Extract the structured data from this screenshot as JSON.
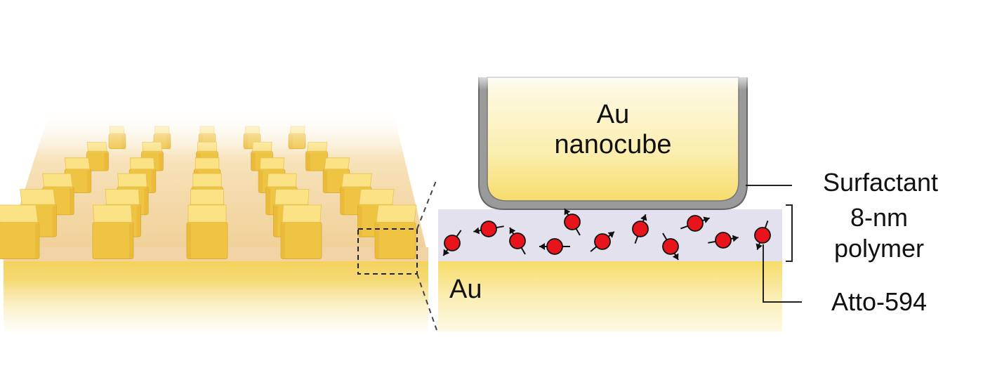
{
  "labels": {
    "nanocube_line1": "Au",
    "nanocube_line2": "nanocube",
    "surfactant": "Surfactant",
    "polymer_line1": "8-nm",
    "polymer_line2": "polymer",
    "dye": "Atto-594",
    "substrate": "Au"
  },
  "colors": {
    "gold_light": "#fdf3c4",
    "gold": "#f6da5e",
    "gold_dark": "#e4b93a",
    "polymer": "#e4e1ee",
    "molecule": "#e8141c",
    "outline": "#222222"
  },
  "molecules": [
    {
      "angle": 235
    },
    {
      "angle": 190
    },
    {
      "angle": 120
    },
    {
      "angle": 180
    },
    {
      "angle": 120
    },
    {
      "angle": 40
    },
    {
      "angle": 70
    },
    {
      "angle": 300
    },
    {
      "angle": 20
    },
    {
      "angle": 10
    },
    {
      "angle": 250
    },
    {
      "angle": 320
    }
  ]
}
